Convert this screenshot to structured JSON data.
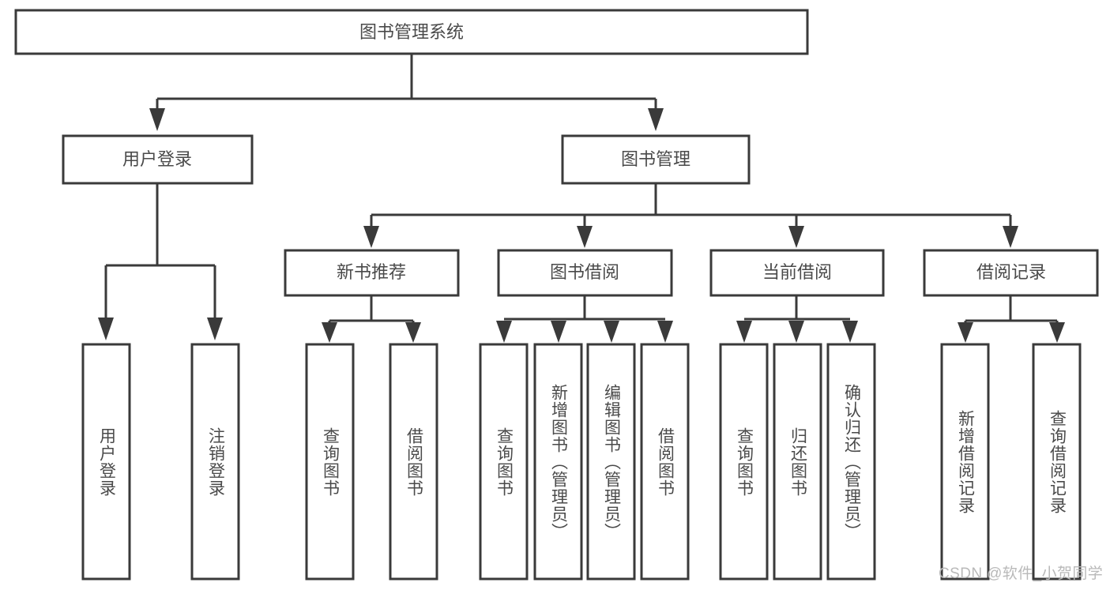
{
  "diagram": {
    "title": "图书管理系统",
    "type": "hierarchy-tree",
    "watermark": "CSDN @软件_小贺同学",
    "colors": {
      "stroke": "#3a3a3a",
      "fill": "#ffffff",
      "text": "#4a4a4a",
      "watermark": "#b9b9b9"
    },
    "levels": [
      {
        "level": 0,
        "nodes": [
          {
            "id": "root",
            "label": "图书管理系统",
            "orientation": "horizontal"
          }
        ]
      },
      {
        "level": 1,
        "nodes": [
          {
            "id": "l1-0",
            "label": "用户登录",
            "orientation": "horizontal",
            "parent": "root"
          },
          {
            "id": "l1-1",
            "label": "图书管理",
            "orientation": "horizontal",
            "parent": "root"
          }
        ]
      },
      {
        "level": 2,
        "nodes": [
          {
            "id": "l2-0",
            "label": "新书推荐",
            "orientation": "horizontal",
            "parent": "l1-1"
          },
          {
            "id": "l2-1",
            "label": "图书借阅",
            "orientation": "horizontal",
            "parent": "l1-1"
          },
          {
            "id": "l2-2",
            "label": "当前借阅",
            "orientation": "horizontal",
            "parent": "l1-1"
          },
          {
            "id": "l2-3",
            "label": "借阅记录",
            "orientation": "horizontal",
            "parent": "l1-1"
          }
        ]
      },
      {
        "level": 3,
        "nodes": [
          {
            "id": "l3-0",
            "label": "用户登录",
            "orientation": "vertical",
            "parent": "l1-0"
          },
          {
            "id": "l3-1",
            "label": "注销登录",
            "orientation": "vertical",
            "parent": "l1-0"
          },
          {
            "id": "l3-2",
            "label": "查询图书",
            "orientation": "vertical",
            "parent": "l2-0"
          },
          {
            "id": "l3-3",
            "label": "借阅图书",
            "orientation": "vertical",
            "parent": "l2-0"
          },
          {
            "id": "l3-4",
            "label": "查询图书",
            "orientation": "vertical",
            "parent": "l2-1"
          },
          {
            "id": "l3-5",
            "label": "新增图书（管理员）",
            "orientation": "vertical",
            "parent": "l2-1"
          },
          {
            "id": "l3-6",
            "label": "编辑图书（管理员）",
            "orientation": "vertical",
            "parent": "l2-1"
          },
          {
            "id": "l3-7",
            "label": "借阅图书",
            "orientation": "vertical",
            "parent": "l2-1"
          },
          {
            "id": "l3-8",
            "label": "查询图书",
            "orientation": "vertical",
            "parent": "l2-2"
          },
          {
            "id": "l3-9",
            "label": "归还图书",
            "orientation": "vertical",
            "parent": "l2-2"
          },
          {
            "id": "l3-10",
            "label": "确认归还（管理员）",
            "orientation": "vertical",
            "parent": "l2-2"
          },
          {
            "id": "l3-11",
            "label": "新增借阅记录",
            "orientation": "vertical",
            "parent": "l2-3"
          },
          {
            "id": "l3-12",
            "label": "查询借阅记录",
            "orientation": "vertical",
            "parent": "l2-3"
          }
        ]
      }
    ]
  }
}
